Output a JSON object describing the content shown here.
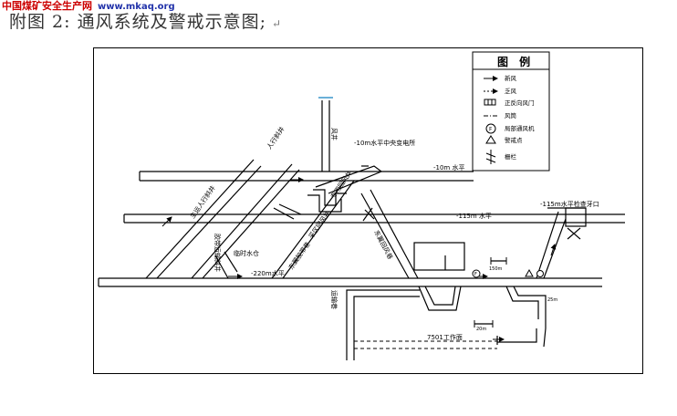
{
  "watermark": {
    "site": "中国煤矿安全生产网",
    "url": "www.mkaq.org"
  },
  "document": {
    "title": "附图 2: 通风系统及警戒示意图;",
    "return_mark": "↵"
  },
  "legend": {
    "title": "图 例",
    "items": [
      {
        "icon": "fresh-air-arrow",
        "label": "新风"
      },
      {
        "icon": "return-air-arrow",
        "label": "乏风"
      },
      {
        "icon": "air-door-symbol",
        "label": "正反向风门"
      },
      {
        "icon": "air-duct-line",
        "label": "风筒"
      },
      {
        "icon": "local-fan-symbol",
        "label": "局部通风机"
      },
      {
        "icon": "warning-triangle",
        "label": "警戒点"
      },
      {
        "icon": "barrier-symbol",
        "label": "栅栏"
      }
    ]
  },
  "labels": {
    "level_10": "-10m 水平",
    "substation": "-10m水平中央变电所",
    "level_115": "-115m 水平",
    "level_115_gate": "-115m水平检查牙口",
    "level_220": "-220m水平",
    "shaft_ventilation": "风井",
    "main_incline": "人行斜井",
    "aux_incline": "主运人行斜井",
    "return_shaft": "专用回风井",
    "central_return": "采区回风井",
    "belt_incline": "胶带运输斜井",
    "temp_storage": "临时水仓",
    "eastwing_belt": "东翼胶带巷",
    "east_return": "东翼回风巷",
    "belt_lane": "运输巷",
    "working_face": "7501工作面",
    "c1": "150m",
    "c2": "20m",
    "c3": "25m"
  }
}
